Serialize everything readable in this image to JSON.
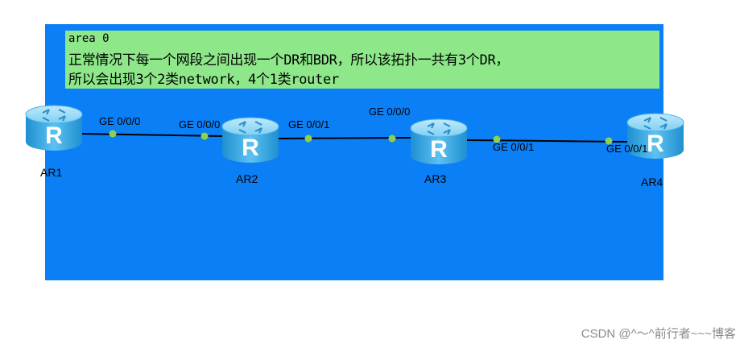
{
  "area_note": {
    "line1": "area 0",
    "line2": "正常情况下每一个网段之间出现一个DR和BDR，所以该拓扑一共有3个DR，",
    "line3": "所以会出现3个2类network，4个1类router"
  },
  "routers": [
    {
      "label": "AR1",
      "icon_letter": "R"
    },
    {
      "label": "AR2",
      "icon_letter": "R"
    },
    {
      "label": "AR3",
      "icon_letter": "R"
    },
    {
      "label": "AR4",
      "icon_letter": "R"
    }
  ],
  "interfaces": [
    {
      "label": "GE 0/0/0"
    },
    {
      "label": "GE 0/0/0"
    },
    {
      "label": "GE 0/0/1"
    },
    {
      "label": "GE 0/0/0"
    },
    {
      "label": "GE 0/0/1"
    },
    {
      "label": "GE 0/0/1"
    }
  ],
  "colors": {
    "area_fill": "#0b7ff5",
    "note_fill": "#8ee88a",
    "port_dot": "#8fd14f",
    "router_body": "#3aa8e0"
  },
  "watermark": "CSDN @^～^前行者~~~博客"
}
